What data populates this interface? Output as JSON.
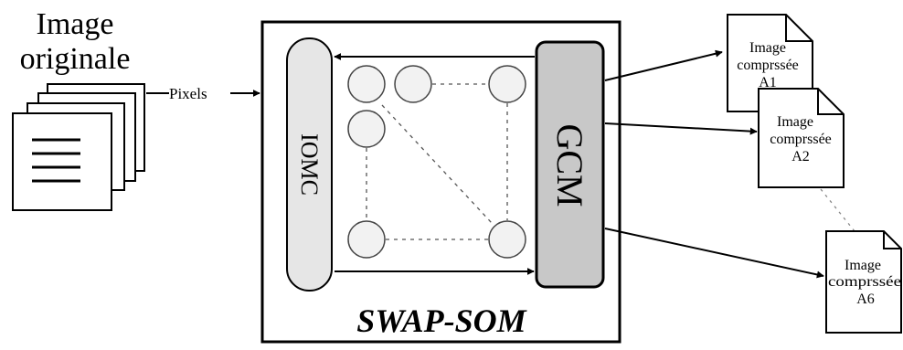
{
  "source": {
    "title_line1": "Image",
    "title_line2": "originale",
    "pixels_label": "Pixels"
  },
  "system": {
    "name": "SWAP-SOM",
    "left_module": "IOMC",
    "right_module": "GCM"
  },
  "outputs": [
    {
      "line1": "Image",
      "line2": "comprssée",
      "line3": "A1"
    },
    {
      "line1": "Image",
      "line2": "comprssée",
      "line3": "A2"
    },
    {
      "line1": "Image",
      "line2": "comprssée",
      "line3": "A6"
    }
  ],
  "colors": {
    "iomc_fill": "#e6e6e6",
    "gcm_fill": "#c8c8c8",
    "node_fill": "#f2f2f2",
    "stroke": "#000000"
  }
}
